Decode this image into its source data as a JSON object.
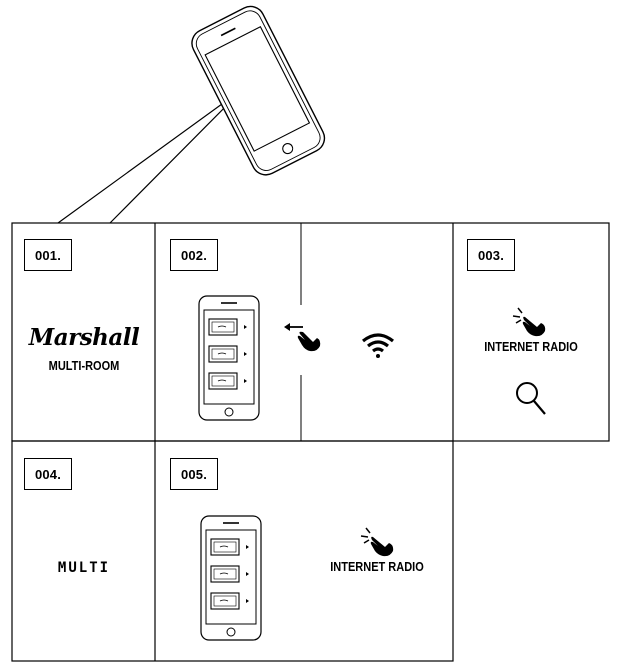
{
  "brand": {
    "logo_text": "Marshall",
    "subtitle": "MULTI-ROOM"
  },
  "steps": [
    {
      "id": "001",
      "label": "001."
    },
    {
      "id": "002",
      "label": "002."
    },
    {
      "id": "003",
      "label": "003.",
      "caption": "INTERNET RADIO"
    },
    {
      "id": "004",
      "label": "004.",
      "caption": "MULTI"
    },
    {
      "id": "005",
      "label": "005.",
      "caption": "INTERNET RADIO"
    }
  ],
  "icons": {
    "phone": "smartphone-icon",
    "tap": "tap-hand-icon",
    "wifi": "wifi-icon",
    "search": "search-icon"
  },
  "colors": {
    "line": "#000000",
    "background": "#ffffff"
  }
}
